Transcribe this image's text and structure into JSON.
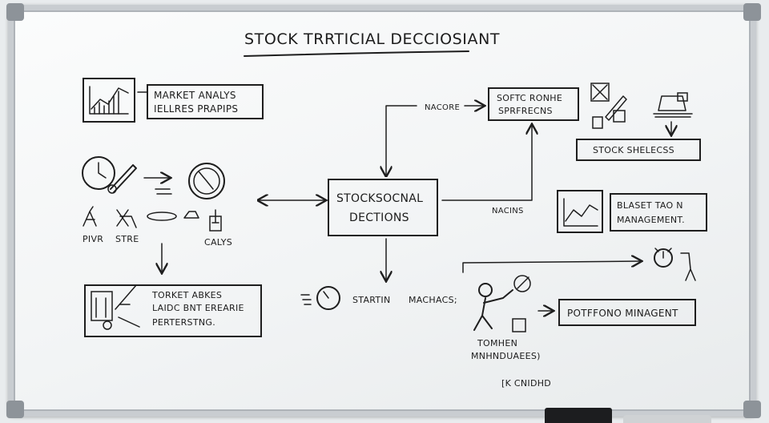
{
  "title": "STOCK TRRTICIAL DECCIOSIANT",
  "nodes": {
    "market_analysis": [
      "MARKET ANALYS",
      "IELLRES PRAPIPS"
    ],
    "central": [
      "STOCKSOCNAL",
      "DECTIONS"
    ],
    "stock_selection": [
      "SOFTC RONHE",
      "SPRFRECNS"
    ],
    "stock_selects": "STOCK SHELECSS",
    "risk_mgmt": [
      "BLASET TAO N",
      "MANAGEMENT."
    ],
    "target": [
      "TORKET ABKES",
      "LAIDC BNT EREARIE",
      "PERTERSTNG."
    ],
    "portfolio": "POTFFONO MINAGENT"
  },
  "labels": {
    "pivt": "PIVR",
    "stre": "STRE",
    "calys": "CALYS",
    "nacore": "NACORE",
    "nacins": "NACINS",
    "startin": "STARTIN",
    "machacs": "MACHACS;",
    "tomhen_1": "TOMHEN",
    "tomhen_2": "MNHNDUAEES)",
    "bottom": "[K CNIDHD"
  },
  "colors": {
    "ink": "#1e1e1e",
    "board": "#f6f7f8",
    "frame": "#c9cdd1",
    "tray": "#1c1d1f"
  }
}
